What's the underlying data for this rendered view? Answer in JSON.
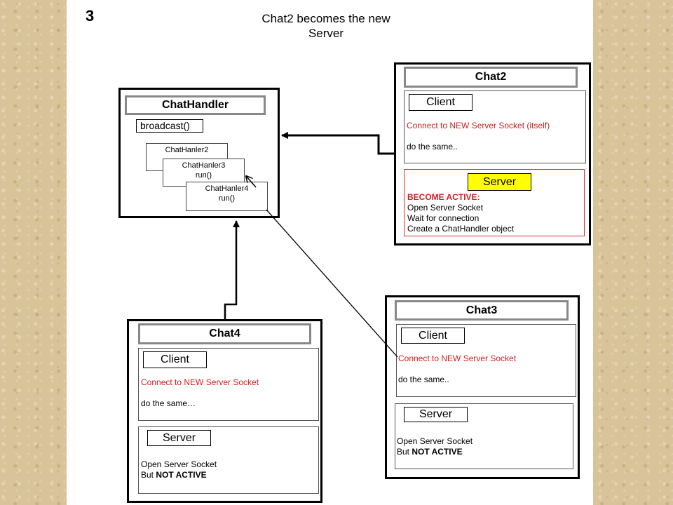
{
  "slide_number": "3",
  "title_line1": "Chat2  becomes the new",
  "title_line2": "Server",
  "chathandler": {
    "title": "ChatHandler",
    "broadcast": "broadcast()",
    "handlers": [
      {
        "name": "ChatHanler2",
        "method": ""
      },
      {
        "name": "ChatHanler3",
        "method": "run()"
      },
      {
        "name": "ChatHanler4",
        "method": "run()"
      }
    ]
  },
  "chat2": {
    "title": "Chat2",
    "client_label": "Client",
    "client_line1": "Connect to NEW Server Socket (itself)",
    "client_line2": "do the same..",
    "server_label": "Server",
    "server_line1": "BECOME  ACTIVE:",
    "server_line2": "Open Server Socket",
    "server_line3": "Wait for connection",
    "server_line4": "Create a ChatHandler object"
  },
  "chat3": {
    "title": "Chat3",
    "client_label": "Client",
    "client_line1": "Connect to NEW Server Socket",
    "client_line2": "do the same..",
    "server_label": "Server",
    "server_line1": "Open Server Socket",
    "server_line2a": "But",
    "server_line2b": "NOT ACTIVE"
  },
  "chat4": {
    "title": "Chat4",
    "client_label": "Client",
    "client_line1": "Connect to NEW Server Socket",
    "client_line2": "do the same…",
    "server_label": "Server",
    "server_line1": "Open Server Socket",
    "server_line2a": "But",
    "server_line2b": "NOT ACTIVE"
  },
  "colors": {
    "accent_red": "#cc2222",
    "highlight": "#ffff00"
  }
}
